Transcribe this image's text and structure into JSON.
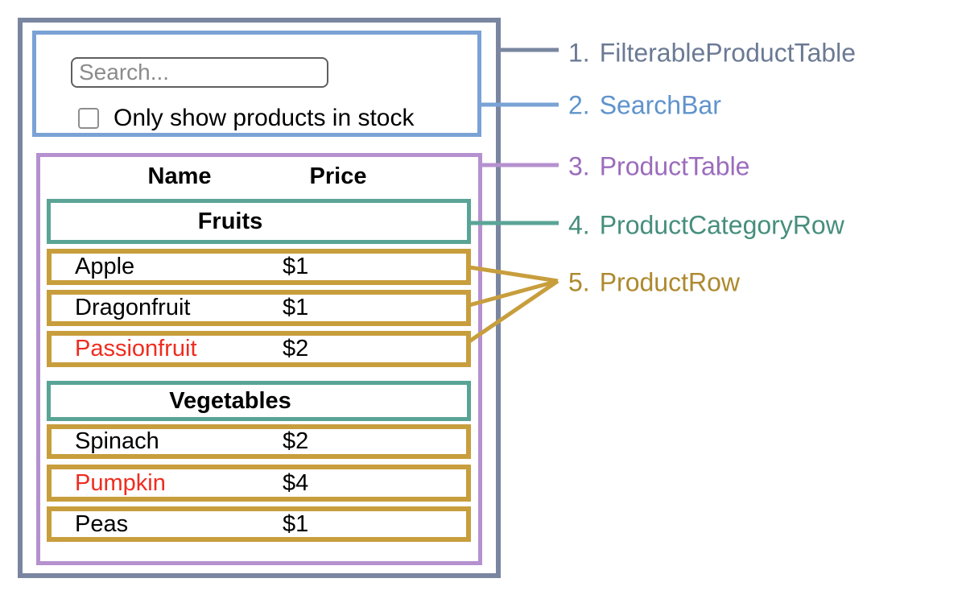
{
  "colors": {
    "outer_border": "#7a86a0",
    "outer_text": "#6b7a94",
    "searchbar_border": "#7aa2d5",
    "searchbar_text": "#6093cc",
    "table_border": "#b591cf",
    "table_text": "#9b6cbc",
    "category_border": "#5aa496",
    "category_text": "#468e7d",
    "row_border": "#c89e3d",
    "row_text": "#ad892f",
    "oos_red": "#ee2c1f"
  },
  "search_bar": {
    "search_placeholder": "Search...",
    "search_value": "",
    "stock_checkbox_label": "Only show products in stock",
    "stock_checkbox_checked": false
  },
  "product_table": {
    "column_headers": [
      "Name",
      "Price"
    ],
    "sections": [
      {
        "category": "Fruits",
        "products": [
          {
            "name": "Apple",
            "price": "$1",
            "out_of_stock": false
          },
          {
            "name": "Dragonfruit",
            "price": "$1",
            "out_of_stock": false
          },
          {
            "name": "Passionfruit",
            "price": "$2",
            "out_of_stock": true
          }
        ]
      },
      {
        "category": "Vegetables",
        "products": [
          {
            "name": "Spinach",
            "price": "$2",
            "out_of_stock": false
          },
          {
            "name": "Pumpkin",
            "price": "$4",
            "out_of_stock": true
          },
          {
            "name": "Peas",
            "price": "$1",
            "out_of_stock": false
          }
        ]
      }
    ]
  },
  "legend": {
    "items": [
      {
        "number": "1.",
        "name": "FilterableProductTable"
      },
      {
        "number": "2.",
        "name": "SearchBar"
      },
      {
        "number": "3.",
        "name": "ProductTable"
      },
      {
        "number": "4.",
        "name": "ProductCategoryRow"
      },
      {
        "number": "5.",
        "name": "ProductRow"
      }
    ]
  }
}
